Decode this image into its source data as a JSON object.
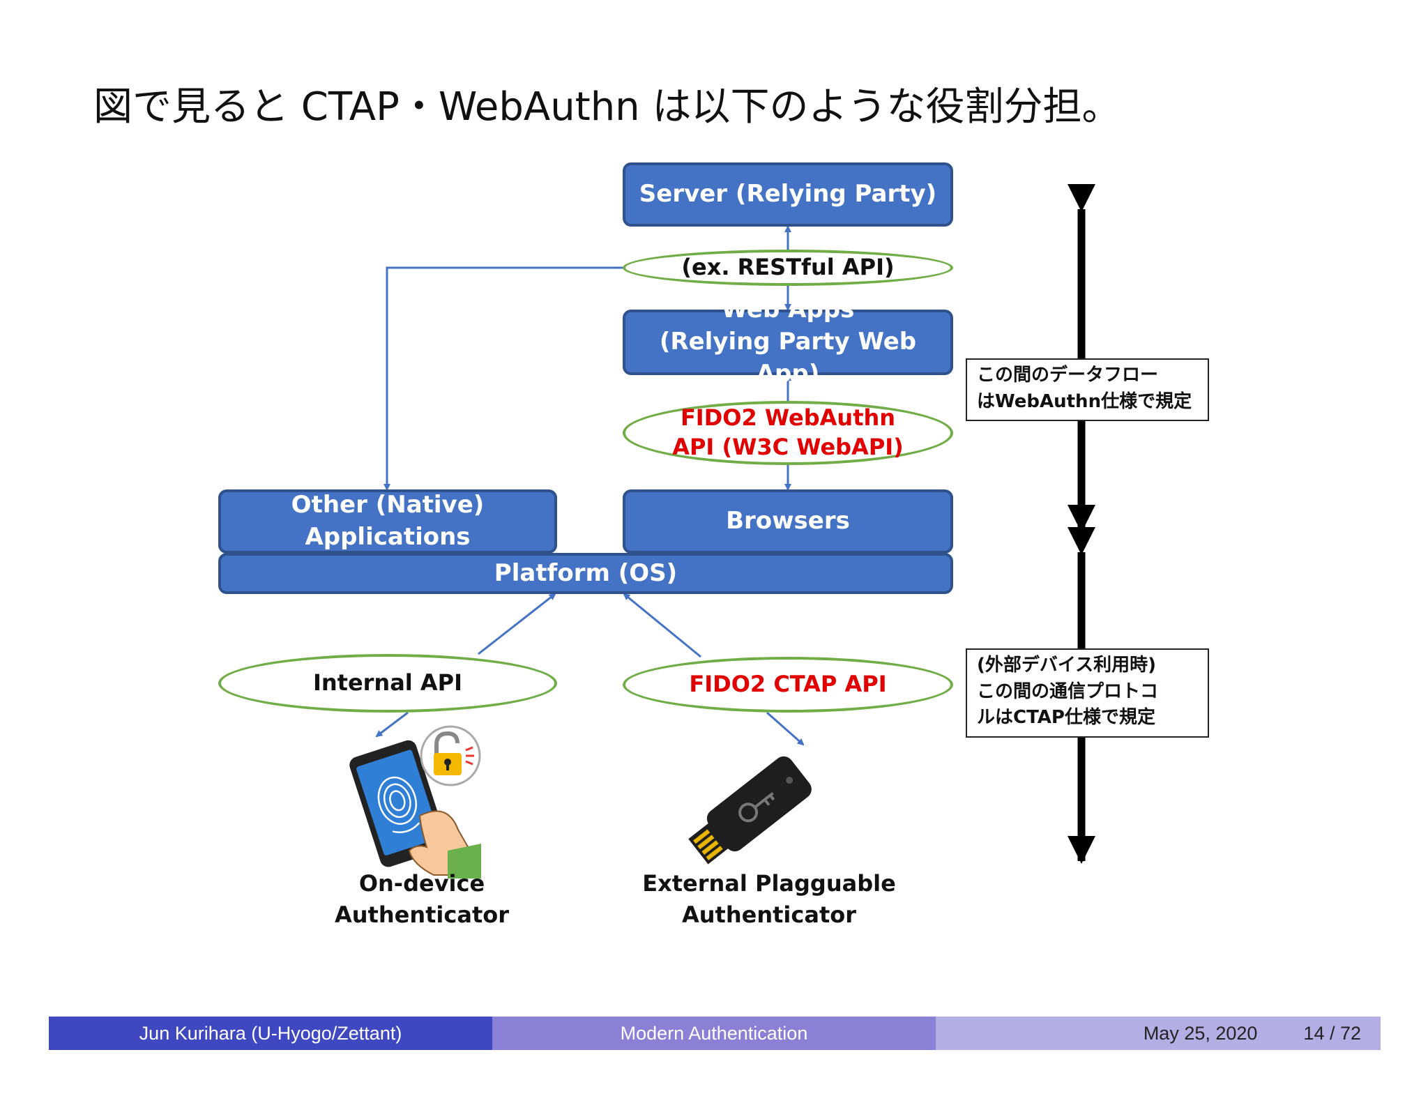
{
  "slide": {
    "title": "図で見ると CTAP・WebAuthn は以下のような役割分担。"
  },
  "diagram": {
    "server_box": "Server (Relying Party)",
    "restful_oval": "(ex. RESTful API)",
    "webapps_box": "Web Apps\n(Relying Party Web App)",
    "webauthn_oval": "FIDO2 WebAuthn\nAPI (W3C WebAPI)",
    "native_apps_box": "Other (Native) Applications",
    "browsers_box": "Browsers",
    "platform_box": "Platform (OS)",
    "internal_api_oval": "Internal API",
    "ctap_oval": "FIDO2 CTAP API",
    "ondevice_caption": "On-device\nAuthenticator",
    "external_caption": "External Plagguable\nAuthenticator",
    "note_webauthn": "この間のデータフロー\nはWebAuthn仕様で規定",
    "note_ctap": "(外部デバイス利用時)\nこの間の通信プロトコ\nルはCTAP仕様で規定",
    "colors": {
      "box_fill": "#4472c4",
      "box_border": "#2f528f",
      "oval_border": "#70ad47",
      "red_text": "#e00000",
      "connector": "#4472c4"
    },
    "icons": [
      "smartphone-fingerprint-icon",
      "unlocked-padlock-icon",
      "usb-security-key-icon"
    ]
  },
  "footer": {
    "author": "Jun Kurihara  (U-Hyogo/Zettant)",
    "talk_title": "Modern Authentication",
    "date": "May 25, 2020",
    "page": "14 / 72"
  }
}
